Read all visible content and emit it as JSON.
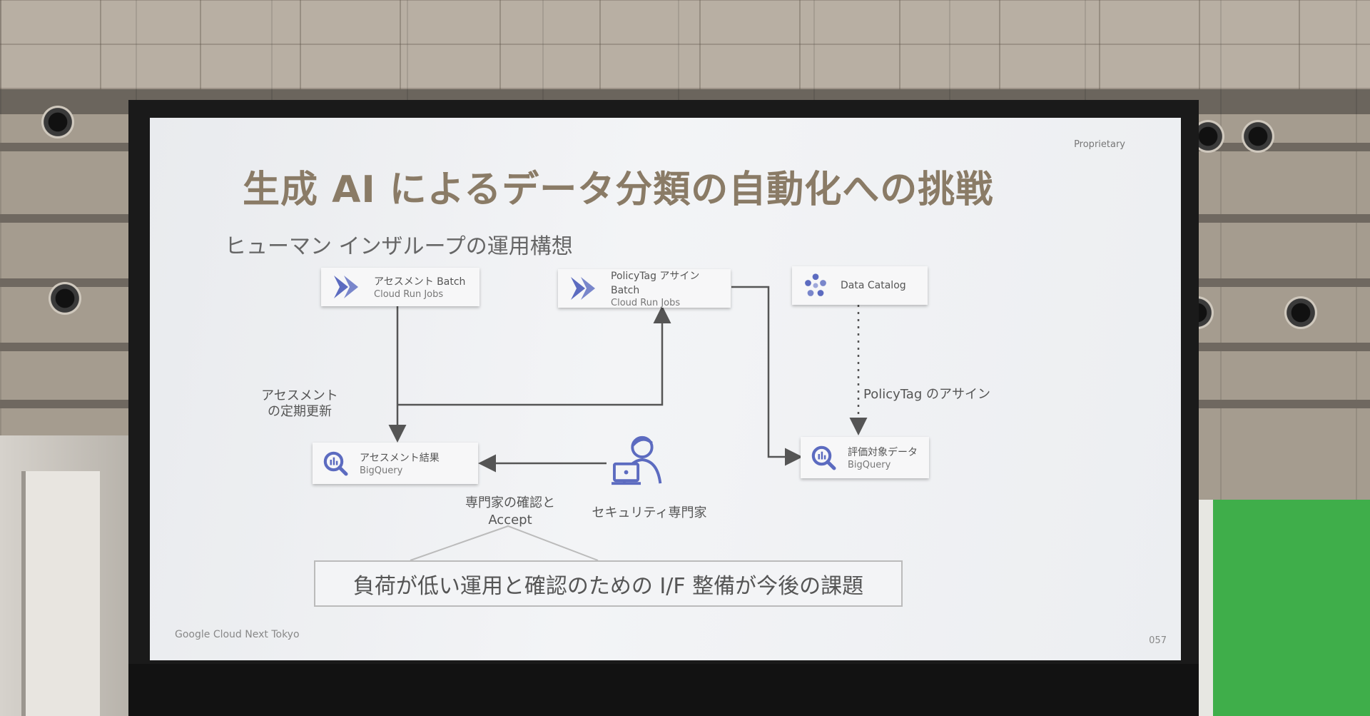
{
  "slide": {
    "proprietary": "Proprietary",
    "title": "生成 AI によるデータ分類の自動化への挑戦",
    "subtitle": "ヒューマン インザループの運用構想",
    "footer_left": "Google Cloud Next Tokyo",
    "page_number": "057"
  },
  "nodes": {
    "assessment_batch": {
      "title": "アセスメント Batch",
      "sub": "Cloud Run Jobs",
      "icon": "cloud-run-icon"
    },
    "policytag_batch": {
      "title": "PolicyTag アサイン Batch",
      "sub": "Cloud Run Jobs",
      "icon": "cloud-run-icon"
    },
    "data_catalog": {
      "title": "Data Catalog",
      "icon": "data-catalog-icon"
    },
    "assessment_result": {
      "title": "アセスメント結果",
      "sub": "BigQuery",
      "icon": "bigquery-icon"
    },
    "target_data": {
      "title": "評価対象データ",
      "sub": "BigQuery",
      "icon": "bigquery-icon"
    },
    "security_expert": {
      "title": "セキュリティ専門家",
      "icon": "person-laptop-icon"
    }
  },
  "edge_labels": {
    "periodic_update_1": "アセスメント",
    "periodic_update_2": "の定期更新",
    "policytag_assign": "PolicyTag のアサイン",
    "expert_accept_1": "専門家の確認と",
    "expert_accept_2": "Accept"
  },
  "callout": "負荷が低い運用と確認のための I/F 整備が今後の課題",
  "colors": {
    "title": "#8a7b66",
    "cloud_run": "#5c6bc0",
    "bigquery": "#5c6bc0",
    "expert": "#5c6bc0",
    "green_booth": "#3fae4a"
  }
}
